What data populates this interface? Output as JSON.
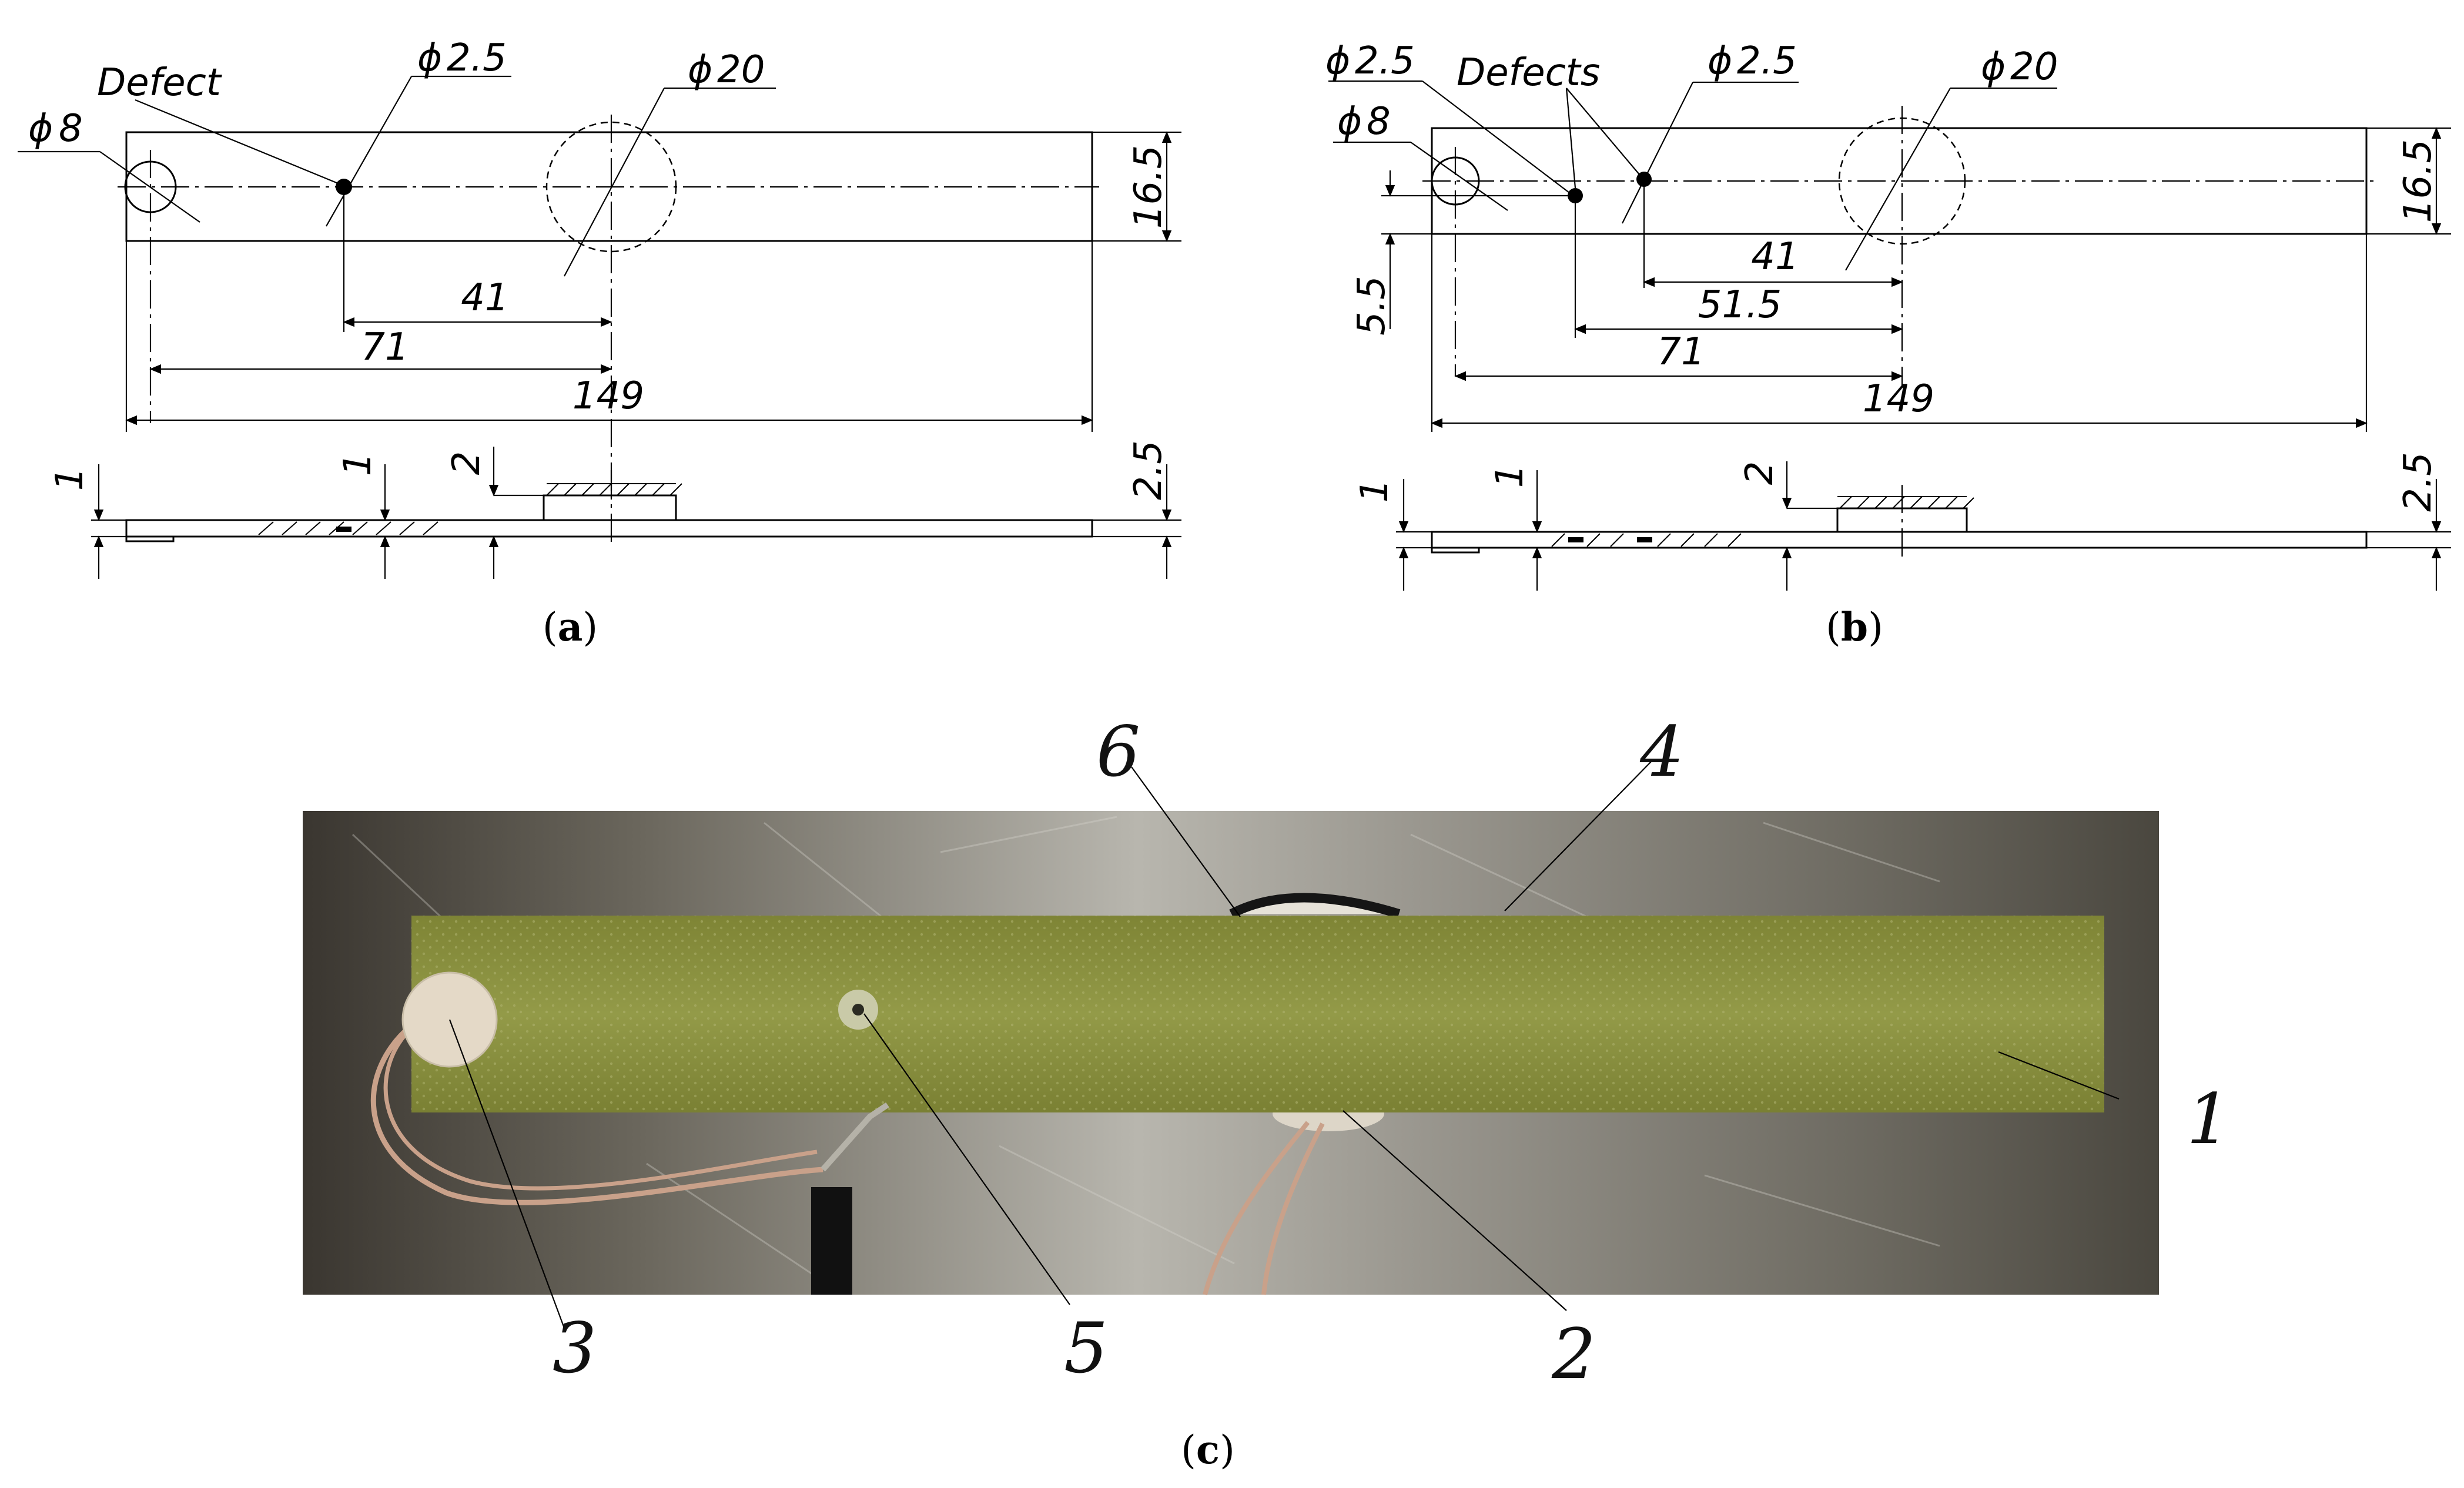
{
  "panel_a": {
    "caption": "a",
    "defect_label": "Defect",
    "diam_hole": "8",
    "diam_defect": "2.5",
    "diam_sensor": "20",
    "width": "16.5",
    "dim_41": "41",
    "dim_71": "71",
    "length": "149",
    "side_thk_left": "1",
    "side_depth": "1",
    "side_sensor_thk": "2",
    "side_total": "2.5"
  },
  "panel_b": {
    "caption": "b",
    "defects_label": "Defects",
    "diam_defect_1": "2.5",
    "diam_defect_2": "2.5",
    "diam_hole": "8",
    "diam_sensor": "20",
    "width": "16.5",
    "offset": "5.5",
    "dim_41": "41",
    "dim_51_5": "51.5",
    "dim_71": "71",
    "length": "149",
    "side_thk_left": "1",
    "side_depth": "1",
    "side_sensor_thk": "2",
    "side_total": "2.5"
  },
  "panel_c": {
    "caption": "c",
    "callouts": [
      "1",
      "2",
      "3",
      "4",
      "5",
      "6"
    ],
    "colors": {
      "specimen": "#8a8f3e",
      "background": "#5e5c55",
      "piezo_disk": "#e4d9c7",
      "wire": "#c9a18a"
    }
  },
  "symbols": {
    "diameter": "ϕ"
  }
}
